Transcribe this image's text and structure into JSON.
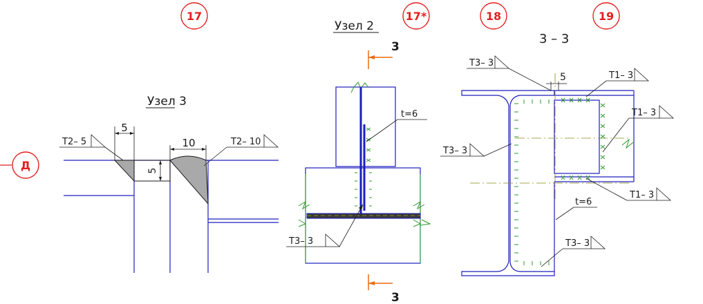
{
  "axis_markers": [
    "17",
    "17*",
    "18",
    "19",
    "Д"
  ],
  "views": {
    "node3_title": "Узел 3",
    "node2_title": "Узел 2",
    "section_title": "3 – 3",
    "section_mark": "3"
  },
  "dimensions": {
    "node3_leg_small": "5",
    "node3_leg_large": "10",
    "node3_gap": "5",
    "section_gap": "5"
  },
  "weld_marks": {
    "t2_5": "Т2– 5",
    "t2_10": "Т2– 10",
    "t3_3": "Т3– 3",
    "t1_3": "Т1– 3"
  },
  "notes": {
    "thickness": "t=6"
  },
  "colors": {
    "outline": "#1d1dbd",
    "marker": "#e41f1f",
    "weld_fill": "#a9a9a9",
    "weld_symbol": "#2a9a2a",
    "center_line": "#8a8a1a",
    "section_arrow": "#ee6a10",
    "plate_fill": "#3a3a3a"
  }
}
